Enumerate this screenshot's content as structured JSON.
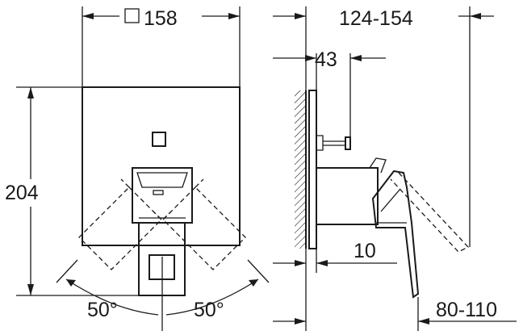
{
  "dimensions": {
    "width": "158",
    "height": "204",
    "angle_left": "50°",
    "angle_right": "50°",
    "depth_range": "124-154",
    "stem": "43",
    "wall_offset": "10",
    "lever_range": "80-110"
  },
  "icons": {
    "width_square_symbol": "square-icon"
  }
}
